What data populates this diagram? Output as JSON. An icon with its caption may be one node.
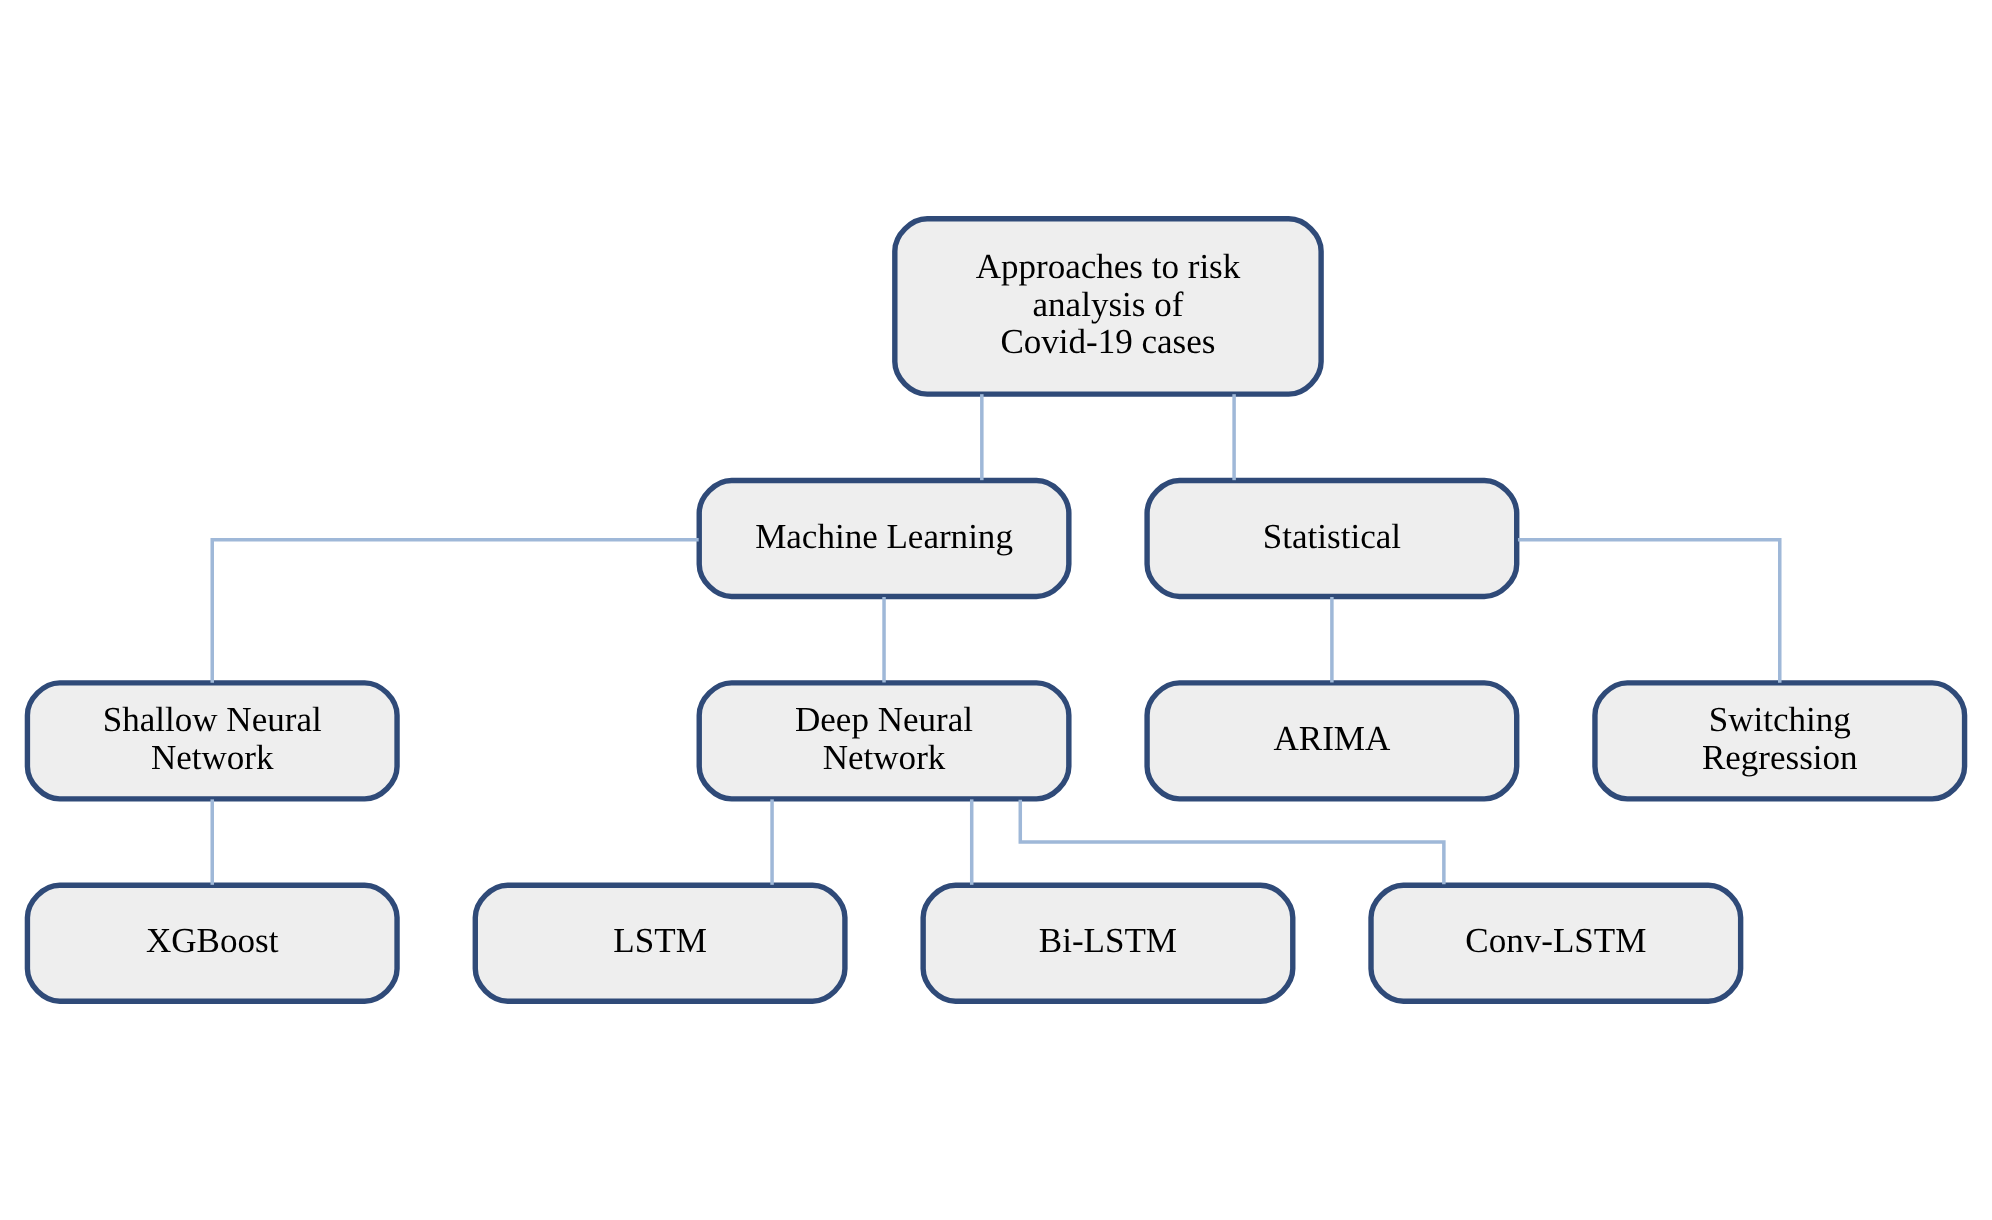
{
  "diagram": {
    "nodes": [
      {
        "text": [
          "Approaches to risk analysis of Covid-19 cases"
        ]
      },
      {
        "text": [
          "Machine Learning"
        ]
      },
      {
        "text": [
          "Statistical"
        ]
      },
      {
        "text": [
          "Shallow Neural Network"
        ]
      },
      {
        "text": [
          "Deep Neural Network"
        ]
      },
      {
        "text": [
          "XGBoost"
        ]
      },
      {
        "text": [
          "LSTM"
        ]
      },
      {
        "text": [
          "Bi-LSTM"
        ]
      },
      {
        "text": [
          "Conv-LSTM"
        ]
      },
      {
        "text": [
          "ARIMA"
        ]
      },
      {
        "text": [
          "Switching Regression"
        ]
      }
    ],
    "edges": [
      {
        "from": 0,
        "to": 1,
        "arrow": "none"
      },
      {
        "from": 0,
        "to": 2,
        "arrow": "none"
      },
      {
        "from": 1,
        "to": 3,
        "arrow": "none"
      },
      {
        "from": 1,
        "to": 4,
        "arrow": "none"
      },
      {
        "from": 3,
        "to": 5,
        "arrow": "none"
      },
      {
        "from": 4,
        "to": 6,
        "arrow": "none"
      },
      {
        "from": 4,
        "to": 7,
        "arrow": "none"
      },
      {
        "from": 4,
        "to": 8,
        "arrow": "none"
      },
      {
        "from": 2,
        "to": 9,
        "arrow": "none"
      },
      {
        "from": 2,
        "to": 10,
        "arrow": "none"
      }
    ]
  }
}
